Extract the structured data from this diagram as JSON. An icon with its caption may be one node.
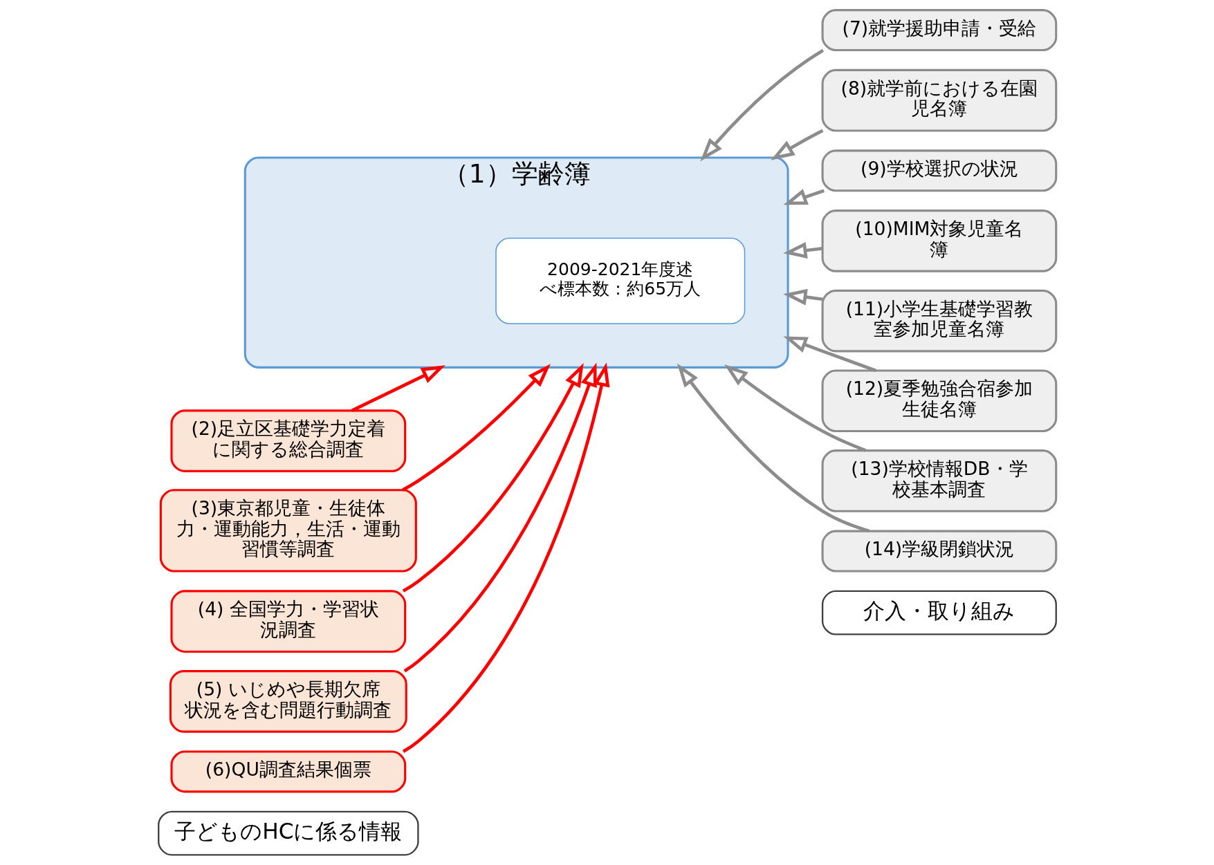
{
  "diagram": {
    "nodes": [
      {
        "text": [
          "（1）学齢簿"
        ]
      },
      {
        "text": [
          "2009-2021年度述べ標本数：約65万人"
        ],
        "in": 0
      },
      {
        "text": [
          "(2)足立区基礎学力定着に関する総合調査"
        ]
      },
      {
        "text": [
          "(3)東京都児童・生徒体力・運動能力，生活・運動習慣等調査"
        ]
      },
      {
        "text": [
          "(4) 全国学力・学習状況調査"
        ]
      },
      {
        "text": [
          "(5) いじめや長期欠席状況を含む問題行動調査"
        ]
      },
      {
        "text": [
          "(6)QU調査結果個票"
        ]
      },
      {
        "text": [
          "(7)就学援助申請・受給"
        ]
      },
      {
        "text": [
          "(8)就学前における在園児名簿"
        ]
      },
      {
        "text": [
          "(9)学校選択の状況"
        ]
      },
      {
        "text": [
          "(10)MIM対象児童名簿"
        ]
      },
      {
        "text": [
          "(11)小学生基礎学習教室参加児童名簿"
        ]
      },
      {
        "text": [
          "(12)夏季勉強合宿参加生徒名簿"
        ]
      },
      {
        "text": [
          "(13)学校情報DB・学校基本調査"
        ]
      },
      {
        "text": [
          "(14)学級閉鎖状況"
        ]
      },
      {
        "text": [
          "子どものHCに係る情報"
        ]
      },
      {
        "text": [
          "介入・取り組み"
        ]
      }
    ],
    "edges": [
      {
        "from": 2,
        "to": 0,
        "arrow": "to",
        "color": "#ff0000"
      },
      {
        "from": 3,
        "to": 0,
        "arrow": "to",
        "color": "#ff0000"
      },
      {
        "from": 4,
        "to": 0,
        "arrow": "to",
        "color": "#ff0000"
      },
      {
        "from": 5,
        "to": 0,
        "arrow": "to",
        "color": "#ff0000"
      },
      {
        "from": 6,
        "to": 0,
        "arrow": "to",
        "color": "#ff0000"
      },
      {
        "from": 7,
        "to": 0,
        "arrow": "to"
      },
      {
        "from": 8,
        "to": 0,
        "arrow": "to"
      },
      {
        "from": 9,
        "to": 0,
        "arrow": "to"
      },
      {
        "from": 10,
        "to": 0,
        "arrow": "to"
      },
      {
        "from": 11,
        "to": 0,
        "arrow": "to"
      },
      {
        "from": 12,
        "to": 0,
        "arrow": "to"
      },
      {
        "from": 13,
        "to": 0,
        "arrow": "to"
      },
      {
        "from": 14,
        "to": 0,
        "arrow": "to"
      }
    ]
  }
}
